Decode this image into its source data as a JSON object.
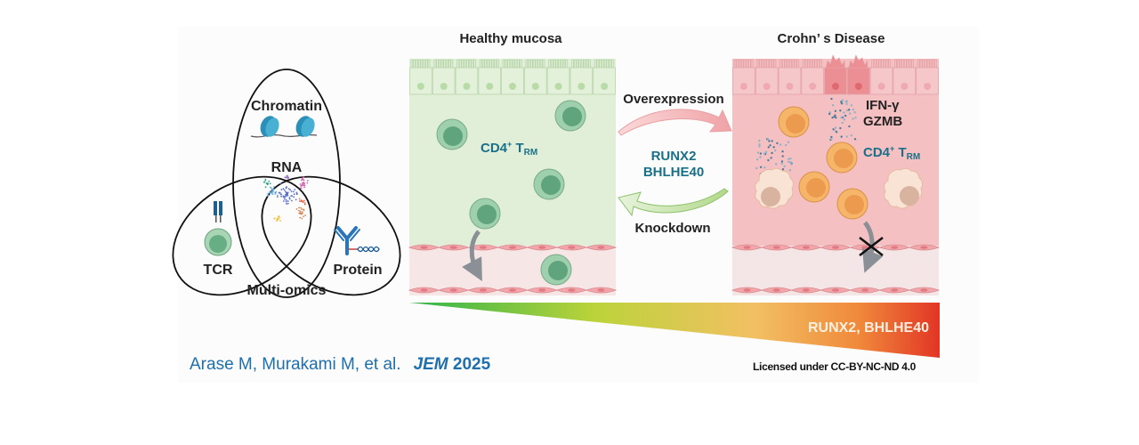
{
  "venn": {
    "circles": [
      {
        "label": "Chromatin",
        "icon": "nucleosome-icon"
      },
      {
        "label": "TCR",
        "icon": "t-cell-receptor-icon"
      },
      {
        "label": "Protein",
        "icon": "antibody-icon"
      }
    ],
    "center_label": "RNA",
    "center_icon": "umap-cluster-icon",
    "caption": "Multi-omics"
  },
  "healthy": {
    "title": "Healthy mucosa",
    "cell_label_main": "CD4",
    "cell_label_sup": "+",
    "cell_label_t": " T",
    "cell_label_sub": "RM",
    "tissue_color": "#e1efd9",
    "cell_color": "#6aae88"
  },
  "center": {
    "top_arrow_label": "Overexpression",
    "genes_line1": "RUNX2",
    "genes_line2": "BHLHE40",
    "bottom_arrow_label": "Knockdown",
    "gene_color": "#1a7089"
  },
  "disease": {
    "title": "Crohn’ s Disease",
    "cytokine_line1": "IFN-γ",
    "cytokine_line2": "GZMB",
    "cell_label_main": "CD4",
    "cell_label_sup": "+",
    "cell_label_t": " T",
    "cell_label_sub": "RM",
    "tissue_color": "#f5c0c2",
    "cell_color": "#f0a450"
  },
  "gradient_bar": {
    "label": "RUNX2, BHLHE40",
    "colors": [
      "#2fb44a",
      "#bcd33a",
      "#f2c063",
      "#f0883a",
      "#e23526"
    ]
  },
  "citation": {
    "authors": "Arase M, Murakami M, et al.",
    "journal": "JEM",
    "year": " 2025"
  },
  "license": "Licensed under CC-BY-NC-ND 4.0"
}
